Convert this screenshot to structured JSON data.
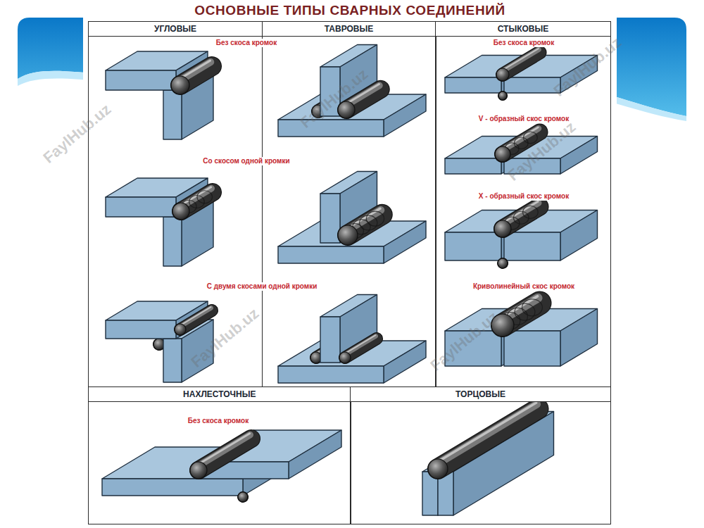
{
  "diagram": {
    "title": "ОСНОВНЫЕ ТИПЫ СВАРНЫХ СОЕДИНЕНИЙ",
    "nodes": [
      {
        "text": [
          "УГЛОВЫЕ"
        ]
      },
      {
        "text": [
          "ТАВРОВЫЕ"
        ]
      },
      {
        "text": [
          "СТЫКОВЫЕ"
        ]
      },
      {
        "text": [
          "НАХЛЕСТОЧНЫЕ"
        ]
      },
      {
        "text": [
          "ТОРЦОВЫЕ"
        ]
      }
    ],
    "labels": [
      "Без скоса кромок",
      "Без скоса кромок",
      "V - образный скос кромок",
      "Со скосом одной кромки",
      "Х - образный скос кромок",
      "С двумя скосами одной кромки",
      "Криволинейный скос кромок",
      "Без скоса кромок",
      "FaylHub.uz",
      "FaylHub.uz",
      "FaylHub.uz",
      "FaylHub.uz",
      "FaylHub.uz",
      "FaylHub.uz"
    ]
  }
}
